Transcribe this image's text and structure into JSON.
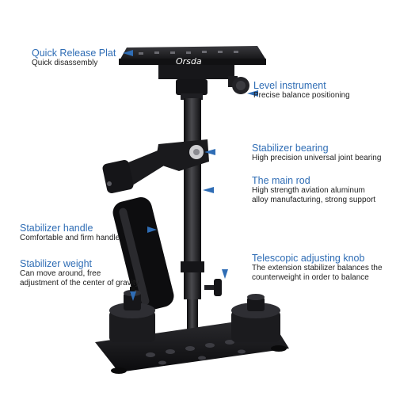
{
  "brand": "Orsda",
  "colors": {
    "label_title": "#2f6db5",
    "label_text": "#222222",
    "metal": "#1b1b1d",
    "pointer": "#2f6db5"
  },
  "labels": {
    "quick_release_plate": {
      "title": "Quick Release Plat",
      "desc": "Quick disassembly"
    },
    "level_instrument": {
      "title": "Level instrument",
      "desc": "Precise balance positioning"
    },
    "stabilizer_bearing": {
      "title": "Stabilizer bearing",
      "desc": "High precision universal joint bearing"
    },
    "main_rod": {
      "title": "The main rod",
      "desc_line1": "High strength aviation aluminum",
      "desc_line2": "alloy manufacturing, strong support"
    },
    "stabilizer_handle": {
      "title": "Stabilizer handle",
      "desc": "Comfortable and firm handle"
    },
    "stabilizer_weight": {
      "title": "Stabilizer weight",
      "desc_line1": "Can move around, free",
      "desc_line2": "adjustment of the center of gravity"
    },
    "telescopic_knob": {
      "title": "Telescopic adjusting knob",
      "desc_line1": "The extension stabilizer balances the",
      "desc_line2": "counterweight in order to balance"
    }
  }
}
